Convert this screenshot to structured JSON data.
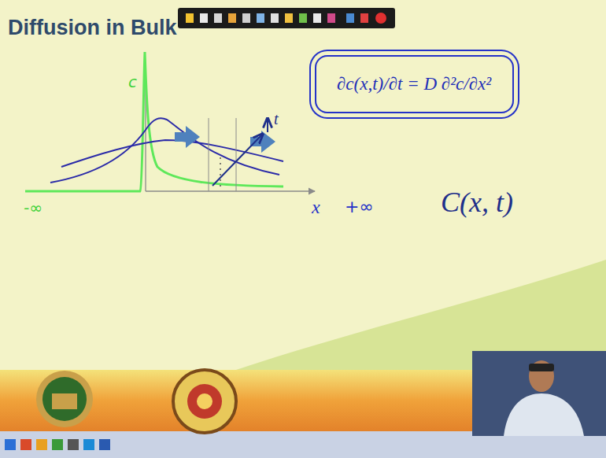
{
  "diagram": {
    "title": "Diffusion in Bulk",
    "nodes": [
      {
        "text": [
          "∂c(x,t)/∂t = D ∂²c/∂x²"
        ]
      }
    ],
    "labels": [
      "c",
      "-∞",
      "x",
      "+∞",
      "t",
      "C(x, t)"
    ]
  }
}
